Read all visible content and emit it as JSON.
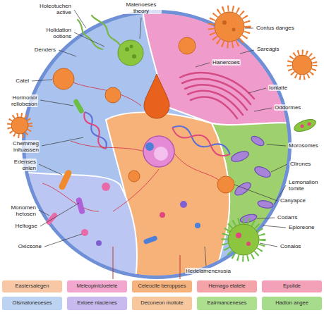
{
  "diagram": {
    "labels": [
      "Holeotuchen active",
      "Malenoeses theory",
      "Holidation ootions",
      "Denders",
      "Catel",
      "Hormonor rellobeson",
      "Chemmeg inituassen",
      "Edenses enien",
      "Monomen hetosen",
      "Heltogse",
      "Oxicsone",
      "Contus danges",
      "Sareagis",
      "Hanercoes",
      "Ionlatte",
      "Oddormes",
      "Morosomes",
      "Clirones",
      "Lemonalion tomite",
      "Canyapce",
      "Codarrs",
      "Eploreone",
      "Conalos",
      "Hedelamenexusia"
    ],
    "legend": [
      {
        "text": "Eastersalegen",
        "color": "#f8c8a6"
      },
      {
        "text": "Meleopinicloeiete",
        "color": "#f2a7cf"
      },
      {
        "text": "Celeoclle beroppses",
        "color": "#f6b27c"
      },
      {
        "text": "Hemago elatele",
        "color": "#f4a3a8"
      },
      {
        "text": "Epolide",
        "color": "#f3a1b9"
      },
      {
        "text": "Olsmaloneoeses",
        "color": "#bcd3f2"
      },
      {
        "text": "Exloee niacienes",
        "color": "#c8b9ef"
      },
      {
        "text": "Deconeon moliote",
        "color": "#f7c79e"
      },
      {
        "text": "Eairmanceneses",
        "color": "#addf8f"
      },
      {
        "text": "Hadion angee",
        "color": "#a6dc8c"
      }
    ]
  }
}
